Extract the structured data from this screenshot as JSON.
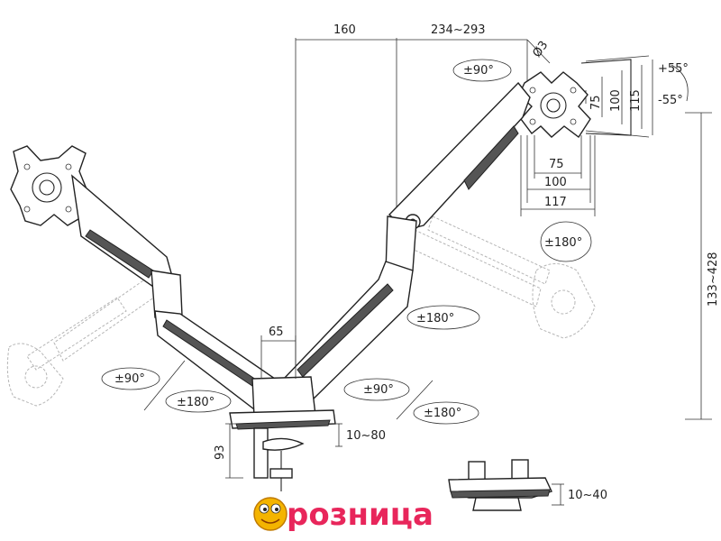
{
  "dimensions": {
    "top_left": "160",
    "top_right": "234~293",
    "diameter": "Ø3",
    "tilt_up": "+55°",
    "tilt_down": "-55°",
    "vesa_v1": "75",
    "vesa_v2": "100",
    "vesa_v3": "115",
    "vesa_h1": "75",
    "vesa_h2": "100",
    "vesa_h3": "117",
    "height_range": "133~428",
    "base_offset": "65",
    "clamp_thickness": "10~80",
    "clamp_height": "93",
    "grommet_thickness": "10~40"
  },
  "rotations": {
    "right_swivel": "±90°",
    "right_rotate": "±180°",
    "right_joint": "±180°",
    "left_swivel": "±90°",
    "left_joint": "±180°",
    "base_swivel": "±90°",
    "base_rotate": "±180°"
  },
  "logo": {
    "text": "розница"
  }
}
